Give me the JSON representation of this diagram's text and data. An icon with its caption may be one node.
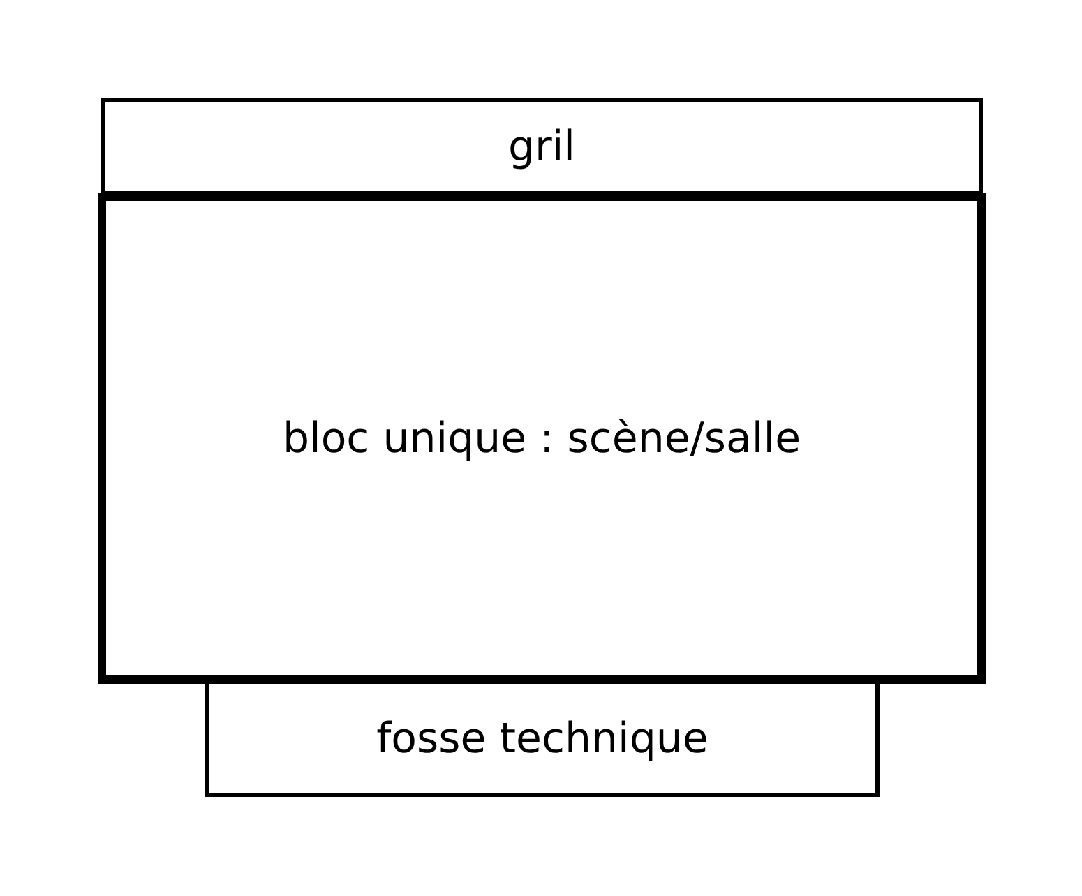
{
  "diagram": {
    "nodes": [
      {
        "text": [
          "gril"
        ]
      },
      {
        "text": [
          "bloc unique : scène/salle"
        ]
      },
      {
        "text": [
          "fosse technique"
        ]
      }
    ]
  }
}
